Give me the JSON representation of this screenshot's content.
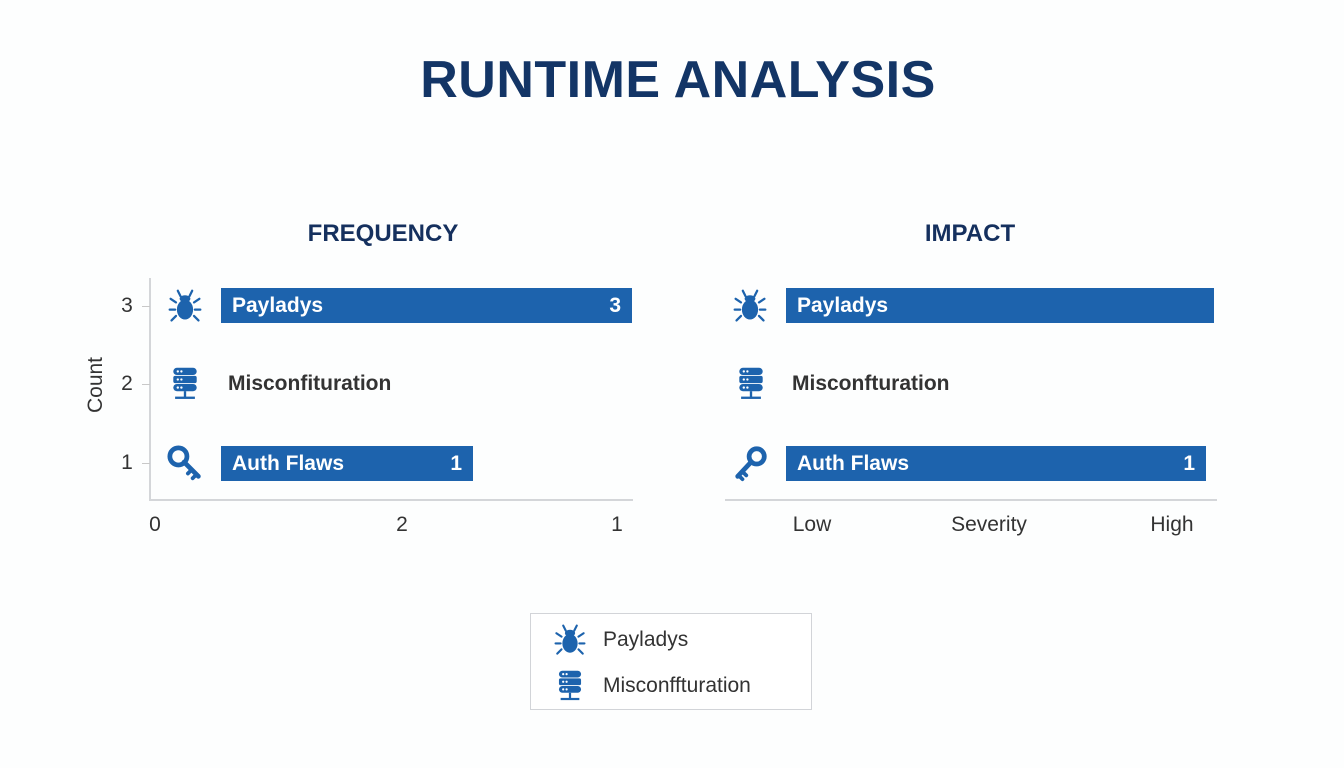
{
  "title": "RUNTIME ANALYSIS",
  "colors": {
    "title": "#133566",
    "bar": "#1d63ad",
    "icon": "#1d63ad",
    "axis": "#d4d6d9"
  },
  "frequency": {
    "title": "FREQUENCY",
    "ylabel": "Count",
    "yticks": [
      "3",
      "2",
      "1"
    ],
    "xticks": [
      "0",
      "2",
      "1"
    ],
    "rows": [
      {
        "icon": "bug-icon",
        "label": "Payladys",
        "value": "3",
        "has_bar": true
      },
      {
        "icon": "server-icon",
        "label": "Misconfituration",
        "value": "",
        "has_bar": false
      },
      {
        "icon": "key-icon",
        "label": "Auth Flaws",
        "value": "1",
        "has_bar": true
      }
    ]
  },
  "impact": {
    "title": "IMPACT",
    "xticks": [
      "Low",
      "Severity",
      "High"
    ],
    "rows": [
      {
        "icon": "bug-icon",
        "label": "Payladys",
        "value": "",
        "has_bar": true
      },
      {
        "icon": "server-icon",
        "label": "Misconfturation",
        "value": "",
        "has_bar": false
      },
      {
        "icon": "key-icon",
        "label": "Auth Flaws",
        "value": "1",
        "has_bar": true
      }
    ]
  },
  "legend": {
    "items": [
      {
        "icon": "bug-icon",
        "label": "Payladys"
      },
      {
        "icon": "server-icon",
        "label": "Misconffturation"
      }
    ]
  },
  "chart_data": [
    {
      "type": "bar",
      "orientation": "horizontal",
      "title": "FREQUENCY",
      "ylabel": "Count",
      "xlabel": "",
      "categories": [
        "Payladys",
        "Misconfituration",
        "Auth Flaws"
      ],
      "y_tick_labels": [
        "3",
        "2",
        "1"
      ],
      "x_tick_labels": [
        "0",
        "2",
        "1"
      ],
      "values": [
        3,
        null,
        1
      ],
      "data_labels": [
        "3",
        "",
        "1"
      ],
      "grid": false
    },
    {
      "type": "bar",
      "orientation": "horizontal",
      "title": "IMPACT",
      "xlabel": "Severity",
      "x_tick_labels": [
        "Low",
        "Severity",
        "High"
      ],
      "categories": [
        "Payladys",
        "Misconfturation",
        "Auth Flaws"
      ],
      "values_relative": [
        1.0,
        null,
        0.98
      ],
      "data_labels": [
        "",
        "",
        "1"
      ],
      "grid": false
    }
  ],
  "legend_position": "bottom-center"
}
